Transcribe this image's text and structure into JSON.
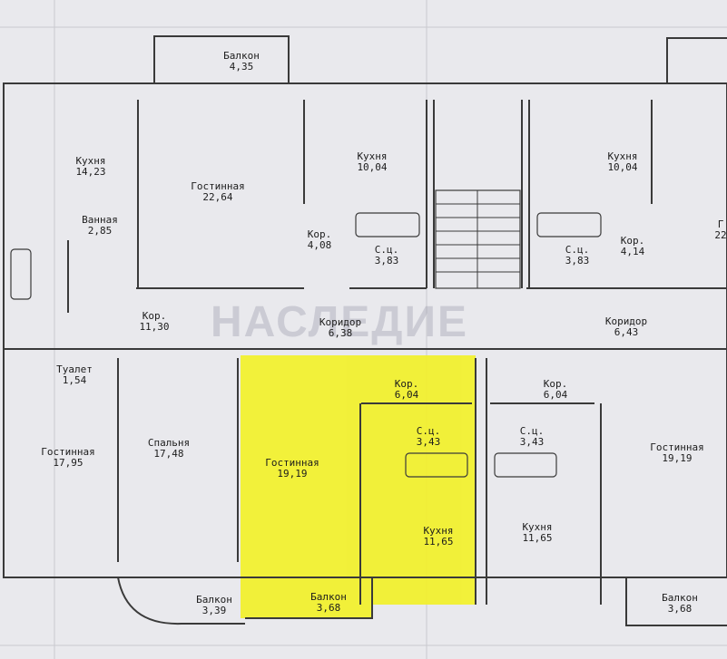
{
  "watermark": "НАСЛЕДИЕ",
  "colors": {
    "background": "#e9e9ed",
    "wall": "#3a3a3a",
    "highlight": "#f2f12a"
  },
  "rooms": [
    {
      "id": "balcony-top",
      "name": "Балкон",
      "area": "4,35"
    },
    {
      "id": "kitchen-1",
      "name": "Кухня",
      "area": "14,23"
    },
    {
      "id": "living-1",
      "name": "Гостинная",
      "area": "22,64"
    },
    {
      "id": "kitchen-2",
      "name": "Кухня",
      "area": "10,04"
    },
    {
      "id": "kitchen-3",
      "name": "Кухня",
      "area": "10,04"
    },
    {
      "id": "bath-1",
      "name": "Ванная",
      "area": "2,85"
    },
    {
      "id": "hall-1",
      "name": "Кор.",
      "area": "4,08"
    },
    {
      "id": "wc-1",
      "name": "С.ц.",
      "area": "3,83"
    },
    {
      "id": "wc-2",
      "name": "С.ц.",
      "area": "3,83"
    },
    {
      "id": "hall-2",
      "name": "Кор.",
      "area": "4,14"
    },
    {
      "id": "hall-3",
      "name": "Кор.",
      "area": "11,30"
    },
    {
      "id": "corridor-1",
      "name": "Коридор",
      "area": "6,38"
    },
    {
      "id": "corridor-2",
      "name": "Коридор",
      "area": "6,43"
    },
    {
      "id": "toilet-1",
      "name": "Туалет",
      "area": "1,54"
    },
    {
      "id": "hall-4",
      "name": "Кор.",
      "area": "6,04"
    },
    {
      "id": "hall-5",
      "name": "Кор.",
      "area": "6,04"
    },
    {
      "id": "wc-3",
      "name": "С.ц.",
      "area": "3,43"
    },
    {
      "id": "wc-4",
      "name": "С.ц.",
      "area": "3,43"
    },
    {
      "id": "living-2",
      "name": "Гостинная",
      "area": "17,95"
    },
    {
      "id": "bedroom-1",
      "name": "Спальня",
      "area": "17,48"
    },
    {
      "id": "living-3",
      "name": "Гостинная",
      "area": "19,19"
    },
    {
      "id": "living-4",
      "name": "Гостинная",
      "area": "19,19"
    },
    {
      "id": "kitchen-4",
      "name": "Кухня",
      "area": "11,65"
    },
    {
      "id": "kitchen-5",
      "name": "Кухня",
      "area": "11,65"
    },
    {
      "id": "balcony-1",
      "name": "Балкон",
      "area": "3,39"
    },
    {
      "id": "balcony-2",
      "name": "Балкон",
      "area": "3,68"
    },
    {
      "id": "balcony-3",
      "name": "Балкон",
      "area": "3,68"
    },
    {
      "id": "edge-right",
      "name": "Г",
      "area": "22"
    }
  ]
}
